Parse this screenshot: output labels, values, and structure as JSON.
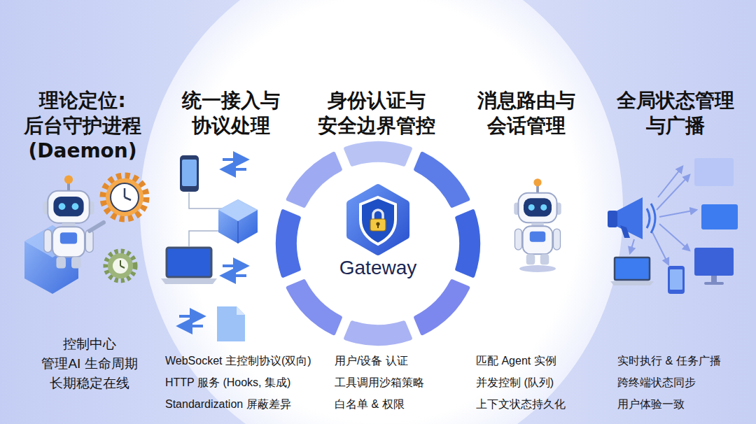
{
  "diagram": {
    "nodes": [
      {
        "text": [
          "Gateway"
        ]
      }
    ],
    "labels": [
      "理论定位: 后台守护进程 (Daemon)",
      "统一接入与 协议处理",
      "身份认证与 安全边界管控",
      "消息路由与 会话管理",
      "全局状态管理 与广播",
      "控制中心",
      "管理AI 生命周期",
      "长期稳定在线",
      "WebSocket 主控制协议(双向)",
      "HTTP 服务 (Hooks, 集成)",
      "Standardization 屏蔽差异",
      "用户/设备 认证",
      "工具调用沙箱策略",
      "白名单 & 权限",
      "匹配 Agent 实例",
      "并发控制 (队列)",
      "上下文状态持久化",
      "实时执行 & 任务广播",
      "跨终端状态同步",
      "用户体验一致"
    ]
  }
}
